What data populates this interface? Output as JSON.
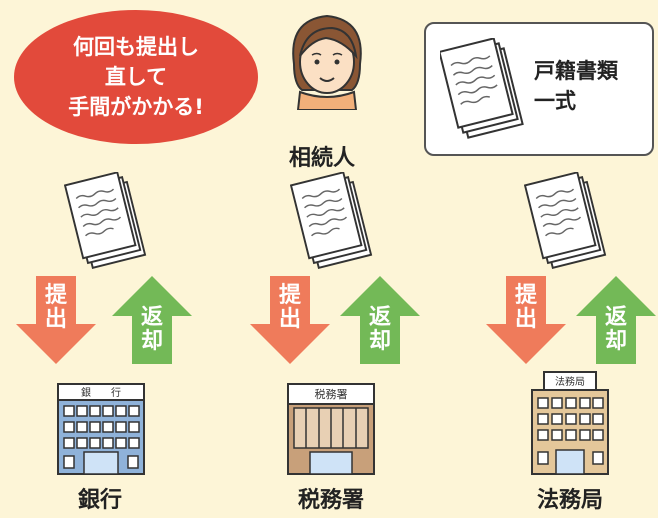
{
  "bubble": {
    "lines": [
      "何回も提出し",
      "直して",
      "手間がかかる!"
    ]
  },
  "heir": {
    "label": "相続人"
  },
  "documents": {
    "label_lines": [
      "戸籍書類",
      "一式"
    ]
  },
  "arrows": {
    "submit": [
      "提",
      "出"
    ],
    "return": [
      "返",
      "却"
    ]
  },
  "institutions": [
    {
      "label": "銀行",
      "sign": "銀　　行"
    },
    {
      "label": "税務署",
      "sign": "税務署"
    },
    {
      "label": "法務局",
      "sign": "法務局"
    }
  ],
  "colors": {
    "background": "#fdf5d7",
    "bubble": "#e24a3b",
    "submit_arrow": "#ef7b5b",
    "return_arrow": "#73b957",
    "building_blue": "#8fb2d9",
    "building_brown": "#c8a07a",
    "building_tan": "#e4c79a"
  }
}
